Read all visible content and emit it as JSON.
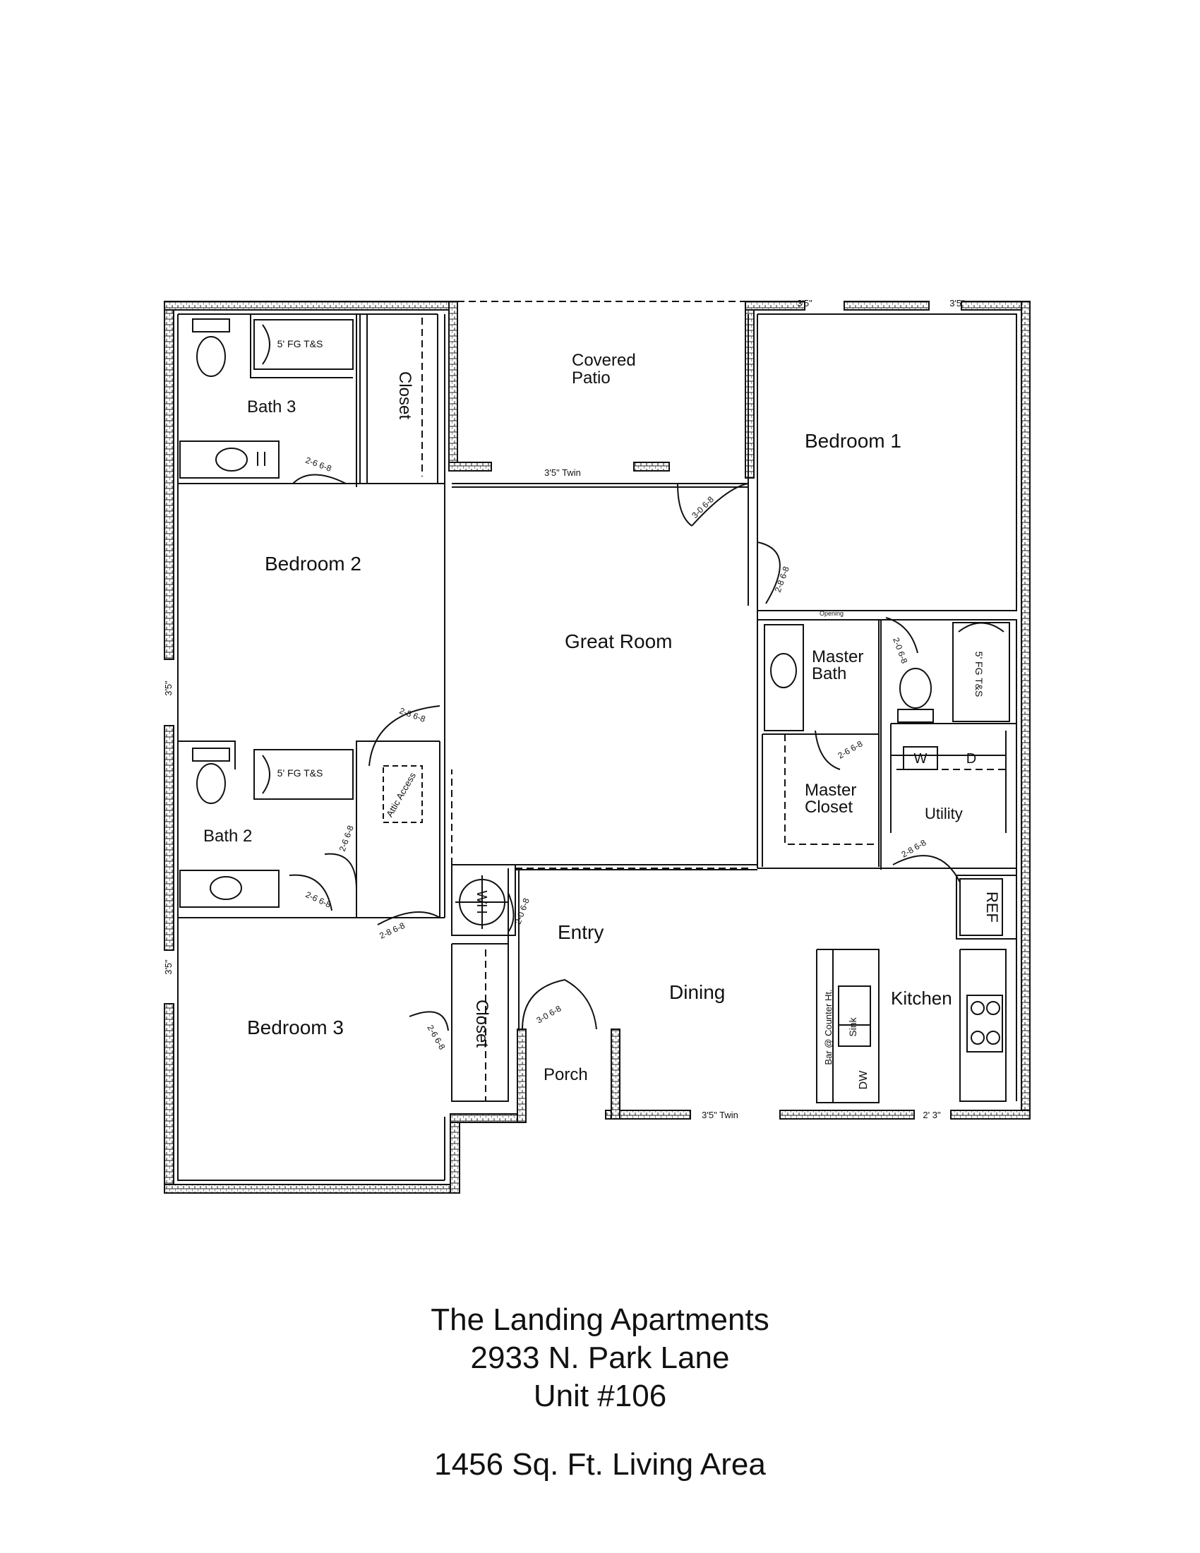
{
  "rooms": {
    "covered_patio": [
      "Covered",
      "Patio"
    ],
    "bedroom_1": "Bedroom 1",
    "bedroom_2": "Bedroom 2",
    "bedroom_3": "Bedroom 3",
    "bath_2": "Bath 2",
    "bath_3": "Bath 3",
    "great_room": "Great Room",
    "master_bath": [
      "Master",
      "Bath"
    ],
    "master_closet": [
      "Master",
      "Closet"
    ],
    "utility": "Utility",
    "entry": "Entry",
    "dining": "Dining",
    "kitchen": "Kitchen",
    "porch": "Porch",
    "closet": "Closet"
  },
  "fixtures": {
    "tub": "5' FG T&S",
    "washer": "W",
    "dryer": "D",
    "refrigerator": "REF",
    "water_heater": "WH",
    "sink": "Sink",
    "dishwasher": "DW",
    "bar": "Bar @ Counter Ht.",
    "attic_access": "Attic Access",
    "range": "Range"
  },
  "windows": {
    "w_3_5": "3'5\"",
    "w_3_5_twin": "3'5\" Twin",
    "w_2_3": "2' 3\""
  },
  "doors": {
    "d_2_6_6_8": "2-6 6-8",
    "d_2_8_6_8": "2-8 6-8",
    "d_3_0_6_8": "3-0 6-8",
    "d_2_0_6_8": "2-0 6-8",
    "opening": "Opening"
  },
  "caption": {
    "line1": "The Landing Apartments",
    "line2": "2933 N. Park Lane",
    "line3": "Unit #106",
    "area": "1456 Sq. Ft. Living Area"
  }
}
